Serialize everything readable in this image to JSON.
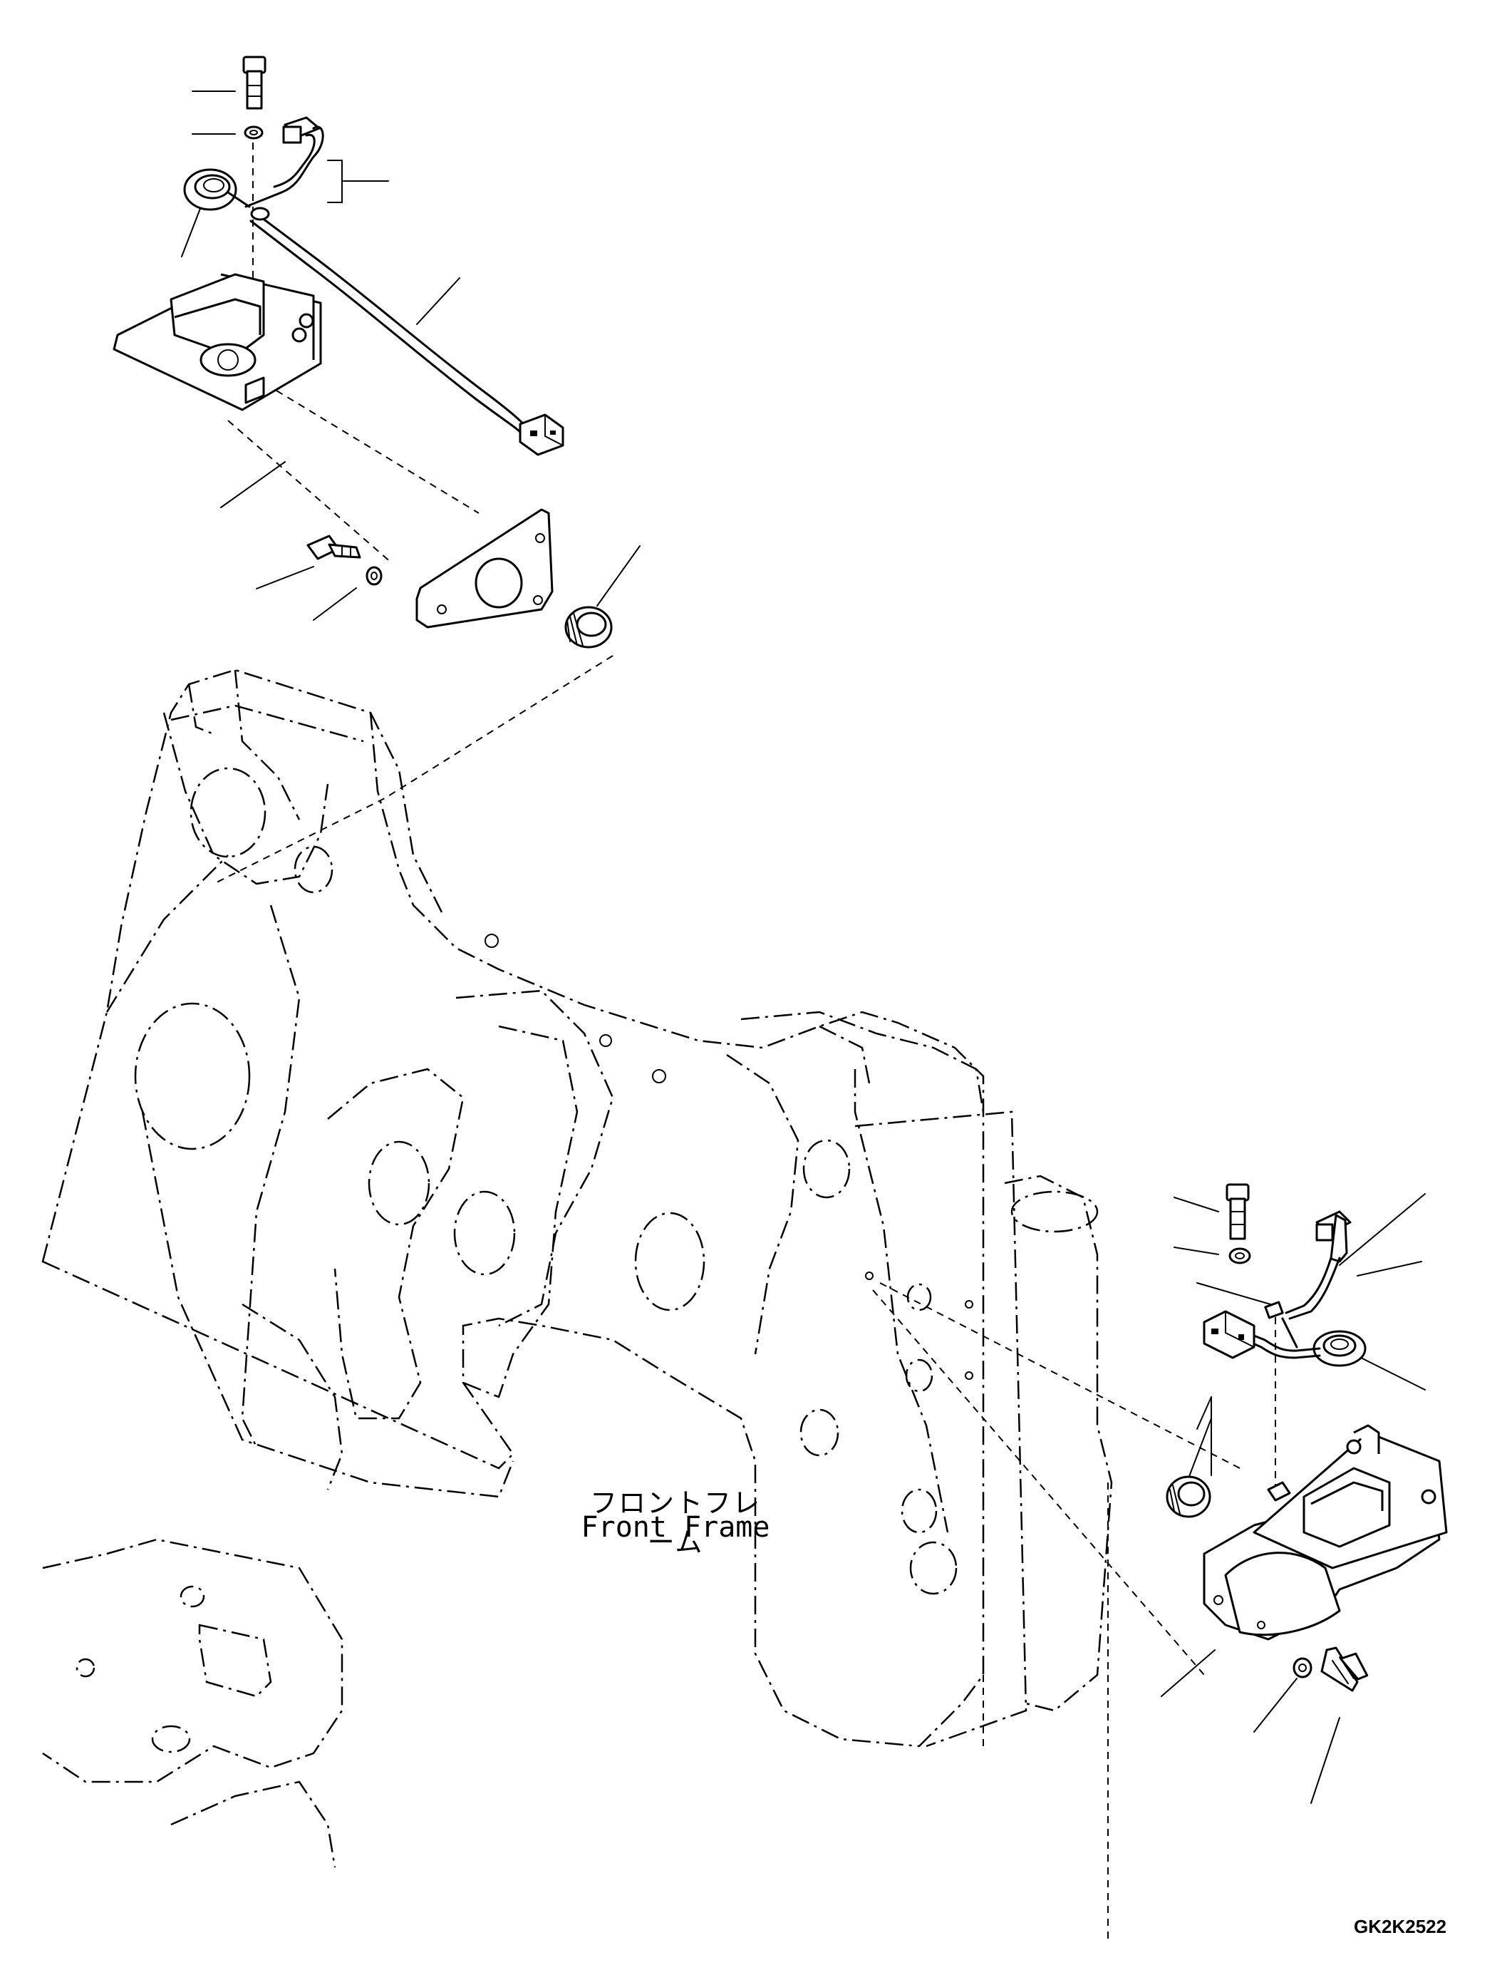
{
  "drawing": {
    "frame_label_jp": "フロントフレーム",
    "frame_label_en": "Front Frame",
    "drawing_code": "GK2K2522"
  }
}
